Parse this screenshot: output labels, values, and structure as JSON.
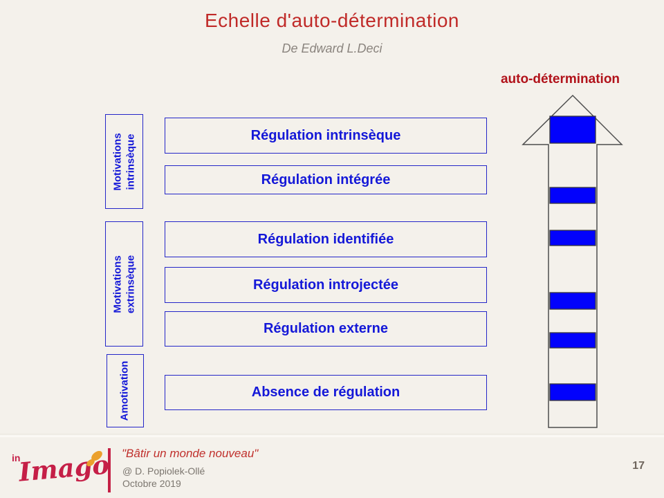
{
  "slide": {
    "title": "Echelle d'auto-détermination",
    "subtitle": "De Edward L.Deci"
  },
  "arrow": {
    "label": "auto-détermination",
    "bands_count": 6
  },
  "groups": [
    {
      "label": "Motivations\nintrinsèque"
    },
    {
      "label": "Motivations\nextrinsèque"
    },
    {
      "label": "Amotivation"
    }
  ],
  "scale": {
    "boxes": [
      {
        "label": "Régulation intrinsèque"
      },
      {
        "label": "Régulation intégrée"
      },
      {
        "label": "Régulation identifiée"
      },
      {
        "label": "Régulation introjectée"
      },
      {
        "label": "Régulation externe"
      },
      {
        "label": "Absence de régulation"
      }
    ]
  },
  "footer": {
    "logo_in": "in",
    "logo_name": "Imago",
    "quote": "\"Bâtir  un  monde  nouveau\"",
    "credit": "@ D. Popiolek-Ollé",
    "date": "Octobre 2019",
    "page_number": "17"
  },
  "colors": {
    "background": "#f4f1eb",
    "title_red": "#c02a28",
    "autodet_red": "#b1121a",
    "box_border_blue": "#2325c8",
    "box_text_blue": "#1418d8",
    "band_fill": "#0202fc",
    "arrow_outline": "#4d4d4d",
    "logo_crimson": "#c51f47",
    "butterfly_orange": "#eba02c",
    "footer_gray": "#7c766f"
  }
}
